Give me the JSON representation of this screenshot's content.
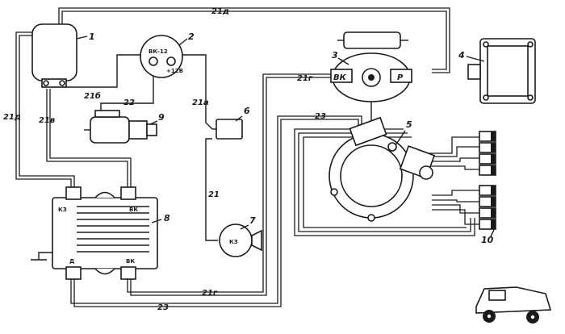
{
  "wires": {
    "w21d_top": "21д",
    "w21d_left": "21д",
    "w21b": "21б",
    "w21v": "21в",
    "w21a": "21а",
    "w21": "21",
    "w21g_top": "21г",
    "w21g_bottom": "21г",
    "w22": "22",
    "w23_top": "23",
    "w23_bottom": "23"
  },
  "components": {
    "c1": "1",
    "c2": "2",
    "c3": "3",
    "c4": "4",
    "c5": "5",
    "c6": "6",
    "c7": "7",
    "c8": "8",
    "c9": "9",
    "c10": "10"
  },
  "terminals": {
    "sw_vk12": "ВК-12",
    "sw_12v": "+12В",
    "coil_vk": "ВК",
    "coil_r": "Р",
    "unit_kz": "КЗ",
    "unit_vk_top": "ВК",
    "unit_d": "Д",
    "unit_vk_bottom": "ВК",
    "lamp_kz": "КЗ"
  }
}
